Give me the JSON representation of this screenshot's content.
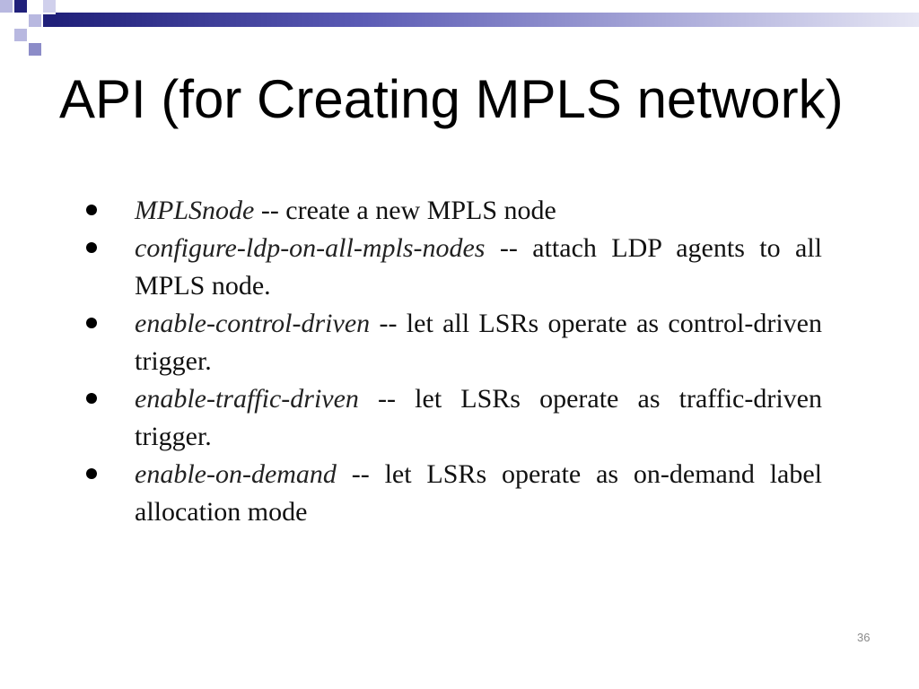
{
  "slide": {
    "title": "API (for Creating MPLS network)",
    "page_number": "36",
    "accent_colors": {
      "dark": "#20207a",
      "mid": "#5a5ab4",
      "light": "#b8b8e0"
    }
  },
  "bullets": [
    {
      "term": "MPLSnode",
      "text": " -- create a new MPLS node"
    },
    {
      "term": "configure-ldp-on-all-mpls-nodes",
      "text": " -- attach LDP agents to all MPLS node."
    },
    {
      "term": "enable-control-driven",
      "text": " -- let all LSRs operate as control-driven trigger."
    },
    {
      "term": "enable-traffic-driven",
      "text": " -- let LSRs operate as traffic-driven trigger."
    },
    {
      "term": "enable-on-demand",
      "text": " -- let LSRs operate as on-demand label allocation mode"
    }
  ]
}
